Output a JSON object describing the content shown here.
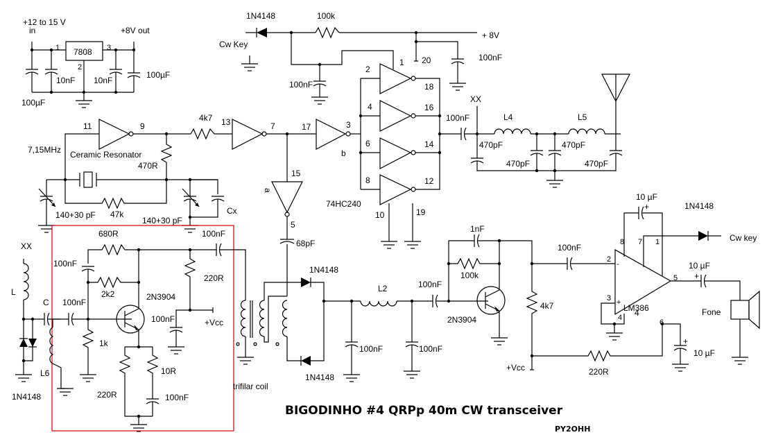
{
  "title": "BIGODINHO #4 QRPp 40m CW transceiver",
  "author": "PY2OHH",
  "regulator": {
    "input_label_1": "+12 to 15 V",
    "input_label_2": "in",
    "output_label": "+8V out",
    "ic": "7808",
    "pins": [
      "1",
      "2",
      "3"
    ],
    "caps": [
      "100µF",
      "10nF",
      "10nF",
      "100µF"
    ]
  },
  "keying": {
    "diode": "1N4148",
    "key_label": "Cw Key",
    "resistor": "100k",
    "supply_label": "+ 8V",
    "cap_left": "100nF",
    "cap_right": "100nF",
    "pin_vcc": "20"
  },
  "oscillator": {
    "freq": "7,15MHz",
    "resonator": "Ceramic Resonator",
    "r_series": "4k7",
    "r_470": "470R",
    "r_47k": "47k",
    "trimmer_left": "140+30 pF",
    "trimmer_right": "140+30 pF",
    "cx": "Cx",
    "pins": {
      "in": "11",
      "out": "9",
      "g2_in": "13",
      "g2_out": "7",
      "g3_in": "17",
      "g3_out": "3",
      "g4_in": "15",
      "g4_out": "5"
    },
    "label_a": "a",
    "label_b": "b"
  },
  "driver": {
    "ic": "74HC240",
    "pins_in": [
      "2",
      "4",
      "6",
      "8"
    ],
    "pins_out": [
      "18",
      "16",
      "14",
      "12"
    ],
    "pin_oe1": "1",
    "pin_gnd": "10",
    "pin_oe2": "19"
  },
  "lowpass": {
    "xx": "XX",
    "cap_coupling": "100nF",
    "l4": "L4",
    "l5": "L5",
    "caps": [
      "470pF",
      "470pF",
      "470pF",
      "470pF"
    ]
  },
  "rx_frontend": {
    "xx": "XX",
    "l": "L",
    "c": "C",
    "l6": "L6",
    "diode": "1N4148",
    "r680": "680R",
    "c100_a": "100nF",
    "r2k2": "2k2",
    "c100_b": "100nF",
    "transistor": "2N3904",
    "r220": "220R",
    "c100_c": "100nF",
    "vcc": "+Vcc",
    "r1k": "1k",
    "r220e": "220R",
    "r10": "10R",
    "c100_e": "100nF",
    "c100_out": "100nF"
  },
  "mixer": {
    "cap_68": "68pF",
    "trifilar": "trifilar coil",
    "diode_top": "1N4148",
    "diode_bottom": "1N4148",
    "l2": "L2",
    "cap_a": "100nF",
    "cap_b": "100nF",
    "cap_c": "100nF"
  },
  "audio_pre": {
    "c1n": "1nF",
    "r100k": "100k",
    "transistor": "2N3904",
    "r4k7": "4k7",
    "vcc": "+Vcc",
    "c_out": "100nF",
    "r220": "220R"
  },
  "amp": {
    "ic": "LM386",
    "c_gain": "10 µF",
    "diode": "1N4148",
    "key_label": "Cw key",
    "c_out": "10 µF",
    "c_bypass": "10 µF",
    "phone": "Fone",
    "pins": {
      "p1": "1",
      "p2": "2",
      "p3": "3",
      "p4": "4",
      "p5": "5",
      "p6": "6",
      "p7": "7",
      "p8": "8",
      "gnd": "4"
    },
    "minus": "-",
    "plus": "+"
  },
  "colors": {
    "wire": "#000000",
    "box": "#d00000"
  }
}
